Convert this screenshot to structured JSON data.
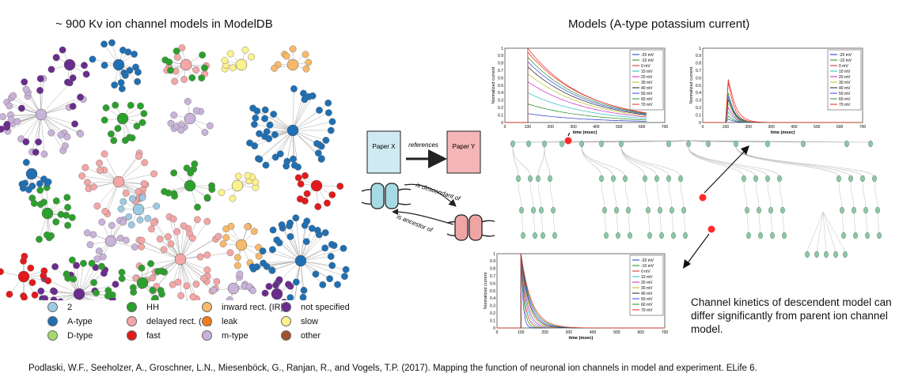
{
  "left_title": "~ 900 Kv ion channel models in ModelDB",
  "right_title": "Models (A-type potassium current)",
  "schema": {
    "paper_x": "Paper X",
    "paper_y": "Paper Y",
    "references": "references",
    "is_descendant_of": "is descendant of",
    "is_ancestor_of": "is ancestor of"
  },
  "legend": [
    {
      "label": "2",
      "color": "#9ecae1"
    },
    {
      "label": "A-type",
      "color": "#1f6fb2"
    },
    {
      "label": "D-type",
      "color": "#a6d96a"
    },
    {
      "label": "HH",
      "color": "#2ca02c"
    },
    {
      "label": "delayed rect. (dr)",
      "color": "#f4a6a6"
    },
    {
      "label": "fast",
      "color": "#e31a1c"
    },
    {
      "label": "inward rect. (IR)",
      "color": "#f7b96b"
    },
    {
      "label": "leak",
      "color": "#f07d1a"
    },
    {
      "label": "m-type",
      "color": "#c9b3d9"
    },
    {
      "label": "not specified",
      "color": "#6a2c8e"
    },
    {
      "label": "slow",
      "color": "#fbf28e"
    },
    {
      "label": "other",
      "color": "#a0522d"
    }
  ],
  "plots": {
    "ylabel": "Normalized current",
    "xlabel": "time (msec)",
    "y_ticks": [
      "0",
      "0.1",
      "0.2",
      "0.3",
      "0.4",
      "0.5",
      "0.6",
      "0.7",
      "0.8",
      "0.9",
      "1"
    ],
    "x_ticks": [
      "0",
      "100",
      "200",
      "300",
      "400",
      "500",
      "600",
      "700"
    ],
    "series_labels": [
      "-20 mV",
      "-10 mV",
      "0 mV",
      "10 mV",
      "20 mV",
      "30 mV",
      "40 mV",
      "50 mV",
      "60 mV",
      "70 mV"
    ],
    "series_colors": [
      "#2233cc",
      "#1f8a1f",
      "#dd2222",
      "#22bbbb",
      "#cc22cc",
      "#bbbb22",
      "#222222",
      "#3344ee",
      "#229922",
      "#ee2222"
    ]
  },
  "caption": [
    "Channel kinetics of descendent model can",
    "differ significantly from parent ion channel",
    "model."
  ],
  "citation": "Podlaski, W.F., Seeholzer, A., Groschner, L.N., Miesenböck, G., Ranjan, R., and Vogels, T.P. (2017). Mapping the function of neuronal ion channels in model and experiment. ELife 6."
}
